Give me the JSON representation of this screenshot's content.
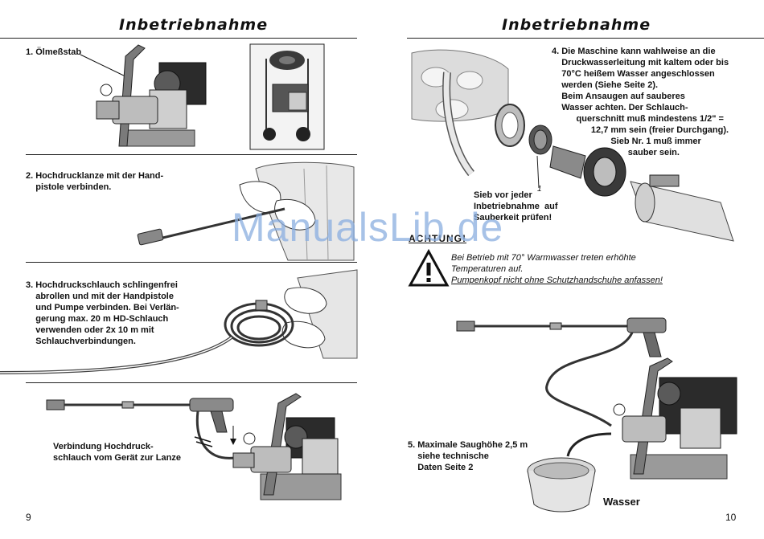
{
  "left_page": {
    "heading": "Inbetriebnahme",
    "step1": "1. Ölmeßstab",
    "step2": "2. Hochdrucklanze mit der Hand-\n    pistole verbinden.",
    "step3": "3. Hochdruckschlauch schlingenfrei\n    abrollen und mit der Handpistole\n    und Pumpe verbinden. Bei Verlän-\n    gerung max. 20 m HD-Schlauch\n    verwenden oder 2x 10 m mit\n    Schlauchverbindungen.",
    "connection_caption": "Verbindung Hochdruck-\nschlauch vom Gerät zur Lanze",
    "page_number": "9"
  },
  "right_page": {
    "heading": "Inbetriebnahme",
    "step4": "4. Die Maschine kann wahlweise an die\n    Druckwasserleitung mit kaltem oder bis\n    70°C heißem Wasser angeschlossen\n    werden (Siehe Seite 2).\n    Beim Ansaugen auf sauberes\n    Wasser achten. Der Schlauch-\n          querschnitt muß mindestens 1/2\" =\n                12,7 mm sein (freier Durchgang).\n                        Sieb Nr. 1 muß immer\n                               sauber sein.",
    "sieve_callout": "Sieb vor jeder\nInbetriebnahme  auf\nSauberkeit prüfen!",
    "sieve_number": "1",
    "achtung_label": "ACHTUNG!",
    "warning_line1": "Bei Betrieb mit 70° Warmwasser treten erhöhte",
    "warning_line2": "Temperaturen auf.",
    "warning_line3": "Pumpenkopf nicht ohne Schutzhandschuhe anfassen!",
    "step5": "5. Maximale Saughöhe 2,5 m\n    siehe technische\n    Daten Seite 2",
    "water_label": "Wasser",
    "page_number": "10"
  },
  "watermark": "ManualsLib.de"
}
